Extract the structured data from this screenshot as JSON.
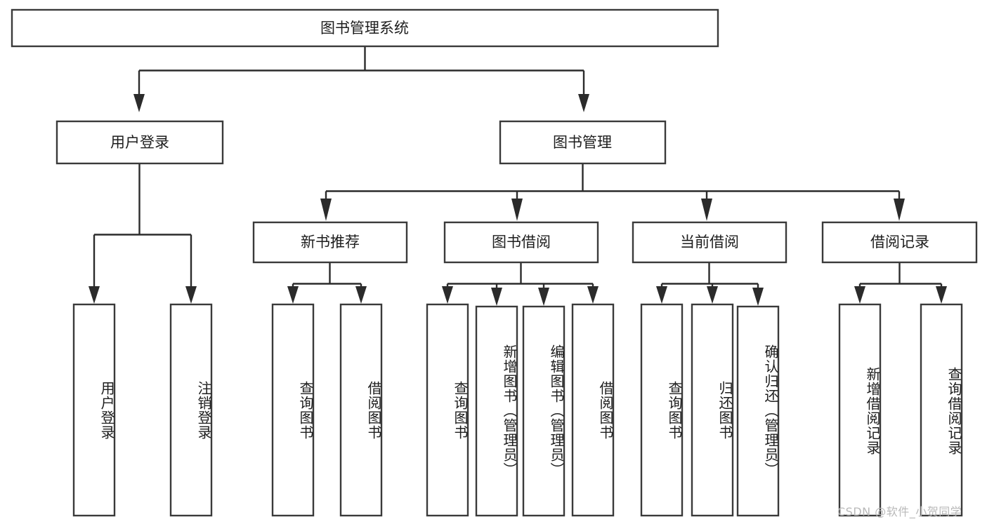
{
  "diagram": {
    "type": "tree-hierarchy",
    "title": "图书管理系统",
    "orientation": "top-down",
    "root": {
      "id": "root",
      "label": "图书管理系统",
      "text_orientation": "horizontal"
    },
    "level2": [
      {
        "id": "user-login",
        "label": "用户登录",
        "text_orientation": "horizontal"
      },
      {
        "id": "book-management",
        "label": "图书管理",
        "text_orientation": "horizontal"
      }
    ],
    "level3": [
      {
        "id": "new-book-recommend",
        "label": "新书推荐",
        "parent": "book-management",
        "text_orientation": "horizontal"
      },
      {
        "id": "book-borrow",
        "label": "图书借阅",
        "parent": "book-management",
        "text_orientation": "horizontal"
      },
      {
        "id": "current-borrow",
        "label": "当前借阅",
        "parent": "book-management",
        "text_orientation": "horizontal"
      },
      {
        "id": "borrow-record",
        "label": "借阅记录",
        "parent": "book-management",
        "text_orientation": "horizontal"
      }
    ],
    "leaves": [
      {
        "id": "leaf-user-login",
        "label": "用户登录",
        "parent": "user-login",
        "text_orientation": "vertical"
      },
      {
        "id": "leaf-logout-login",
        "label": "注销登录",
        "parent": "user-login",
        "text_orientation": "vertical"
      },
      {
        "id": "leaf-query-book-1",
        "label": "查询图书",
        "parent": "new-book-recommend",
        "text_orientation": "vertical"
      },
      {
        "id": "leaf-borrow-book-1",
        "label": "借阅图书",
        "parent": "new-book-recommend",
        "text_orientation": "vertical"
      },
      {
        "id": "leaf-query-book-2",
        "label": "查询图书",
        "parent": "book-borrow",
        "text_orientation": "vertical"
      },
      {
        "id": "leaf-add-book",
        "label": "新增图书（管理员）",
        "parent": "book-borrow",
        "text_orientation": "vertical"
      },
      {
        "id": "leaf-edit-book",
        "label": "编辑图书（管理员）",
        "parent": "book-borrow",
        "text_orientation": "vertical"
      },
      {
        "id": "leaf-borrow-book-2",
        "label": "借阅图书",
        "parent": "book-borrow",
        "text_orientation": "vertical"
      },
      {
        "id": "leaf-query-book-3",
        "label": "查询图书",
        "parent": "current-borrow",
        "text_orientation": "vertical"
      },
      {
        "id": "leaf-return-book",
        "label": "归还图书",
        "parent": "current-borrow",
        "text_orientation": "vertical"
      },
      {
        "id": "leaf-confirm-return",
        "label": "确认归还（管理员）",
        "parent": "current-borrow",
        "text_orientation": "vertical"
      },
      {
        "id": "leaf-add-record",
        "label": "新增借阅记录",
        "parent": "borrow-record",
        "text_orientation": "vertical"
      },
      {
        "id": "leaf-query-record",
        "label": "查询借阅记录",
        "parent": "borrow-record",
        "text_orientation": "vertical"
      }
    ],
    "colors": {
      "box_fill": "#ffffff",
      "box_stroke": "#3a3a3a",
      "connector": "#2b2b2b",
      "text": "#1d1d1d",
      "background": "#ffffff",
      "watermark": "#b9b9b9"
    }
  },
  "watermark": {
    "text": "CSDN @软件_小贺同学"
  }
}
